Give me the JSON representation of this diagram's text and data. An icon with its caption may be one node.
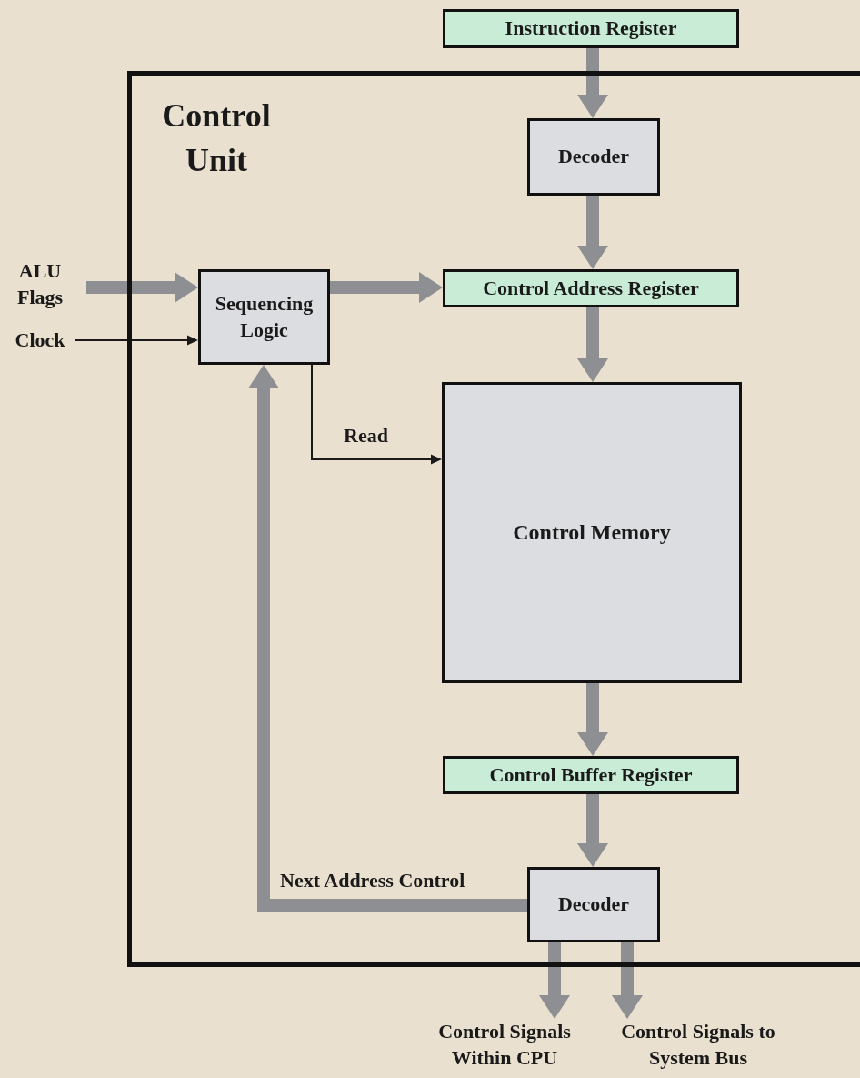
{
  "diagram": {
    "nodes": [
      {
        "text": [
          "Control Unit"
        ]
      },
      {
        "text": [
          "Instruction Register"
        ]
      },
      {
        "text": [
          "Decoder"
        ],
        "in": 0
      },
      {
        "text": [
          "Sequencing Logic"
        ],
        "in": 0
      },
      {
        "text": [
          "Control Address Register"
        ],
        "in": 0
      },
      {
        "text": [
          "Control Memory"
        ],
        "in": 0
      },
      {
        "text": [
          "Control Buffer Register"
        ],
        "in": 0
      },
      {
        "text": [
          "Decoder"
        ],
        "in": 0
      },
      {
        "text": [
          "ALU Flags"
        ]
      },
      {
        "text": [
          "Clock"
        ]
      },
      {
        "text": [
          "Control Signals Within CPU"
        ]
      },
      {
        "text": [
          "Control Signals to System Bus"
        ]
      }
    ],
    "edges": [
      {
        "from": 1,
        "to": 2,
        "arrow": "to"
      },
      {
        "from": 2,
        "to": 4,
        "arrow": "to"
      },
      {
        "from": 8,
        "to": 3,
        "arrow": "to"
      },
      {
        "from": 9,
        "to": 3,
        "arrow": "to",
        "color": "#1a1a1a"
      },
      {
        "from": 3,
        "to": 4,
        "arrow": "to"
      },
      {
        "from": 4,
        "to": 5,
        "arrow": "to"
      },
      {
        "from": 3,
        "to": 5,
        "arrow": "to",
        "label": "Read",
        "color": "#1a1a1a"
      },
      {
        "from": 5,
        "to": 6,
        "arrow": "to"
      },
      {
        "from": 6,
        "to": 7,
        "arrow": "to"
      },
      {
        "from": 7,
        "to": 3,
        "arrow": "to",
        "label": "Next Address Control"
      },
      {
        "from": 7,
        "to": 10,
        "arrow": "to"
      },
      {
        "from": 7,
        "to": 11,
        "arrow": "to"
      }
    ]
  }
}
